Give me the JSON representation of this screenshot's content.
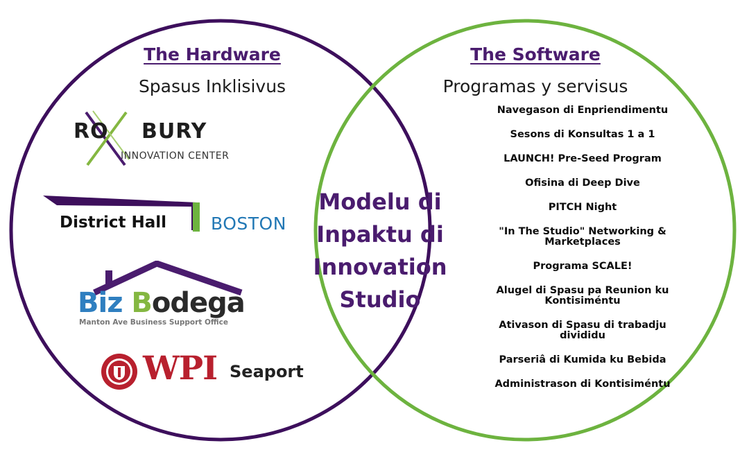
{
  "colors": {
    "left_circle": "#3d0f5c",
    "right_circle": "#6db33f",
    "heading": "#4a1c6e",
    "center_text": "#4a1c6e"
  },
  "hardware": {
    "heading": "The Hardware",
    "subheading": "Spasus Inklisivus",
    "logos": {
      "roxbury": {
        "name": "ROXBURY",
        "tagline": "INNOVATION CENTER",
        "name_left": "RO",
        "name_right": "BURY"
      },
      "district_hall": {
        "name": "District Hall",
        "city": "BOSTON"
      },
      "biz_bodega": {
        "brand": "Biz Bodega",
        "brand_b1": "Biz ",
        "brand_b2": "B",
        "brand_rest": "odega",
        "tagline": "Manton Ave Business Support Office"
      },
      "wpi": {
        "name": "WPI",
        "location": "Seaport"
      }
    }
  },
  "center": {
    "lines": [
      "Modelu di",
      "Inpaktu di",
      "Innovation",
      "Studio"
    ]
  },
  "software": {
    "heading": "The Software",
    "subheading": "Programas y servisus",
    "items": [
      {
        "lines": [
          "Navegason di Enpriendimentu"
        ]
      },
      {
        "lines": [
          "Sesons di Konsultas 1 a 1"
        ]
      },
      {
        "lines": [
          "LAUNCH! Pre-Seed Program"
        ]
      },
      {
        "lines": [
          "Ofisina di Deep Dive"
        ]
      },
      {
        "lines": [
          "PITCH Night"
        ]
      },
      {
        "lines": [
          "\"In The Studio\" Networking &",
          "Marketplaces"
        ]
      },
      {
        "lines": [
          "Programa SCALE!"
        ]
      },
      {
        "lines": [
          "Alugel di Spasu pa Reunion ku",
          "Kontisiméntu"
        ]
      },
      {
        "lines": [
          "Ativason di Spasu di trabadju",
          "divididu"
        ]
      },
      {
        "lines": [
          "Parseriâ di Kumida ku Bebida"
        ]
      },
      {
        "lines": [
          "Administrason di Kontisiméntu"
        ]
      }
    ]
  }
}
